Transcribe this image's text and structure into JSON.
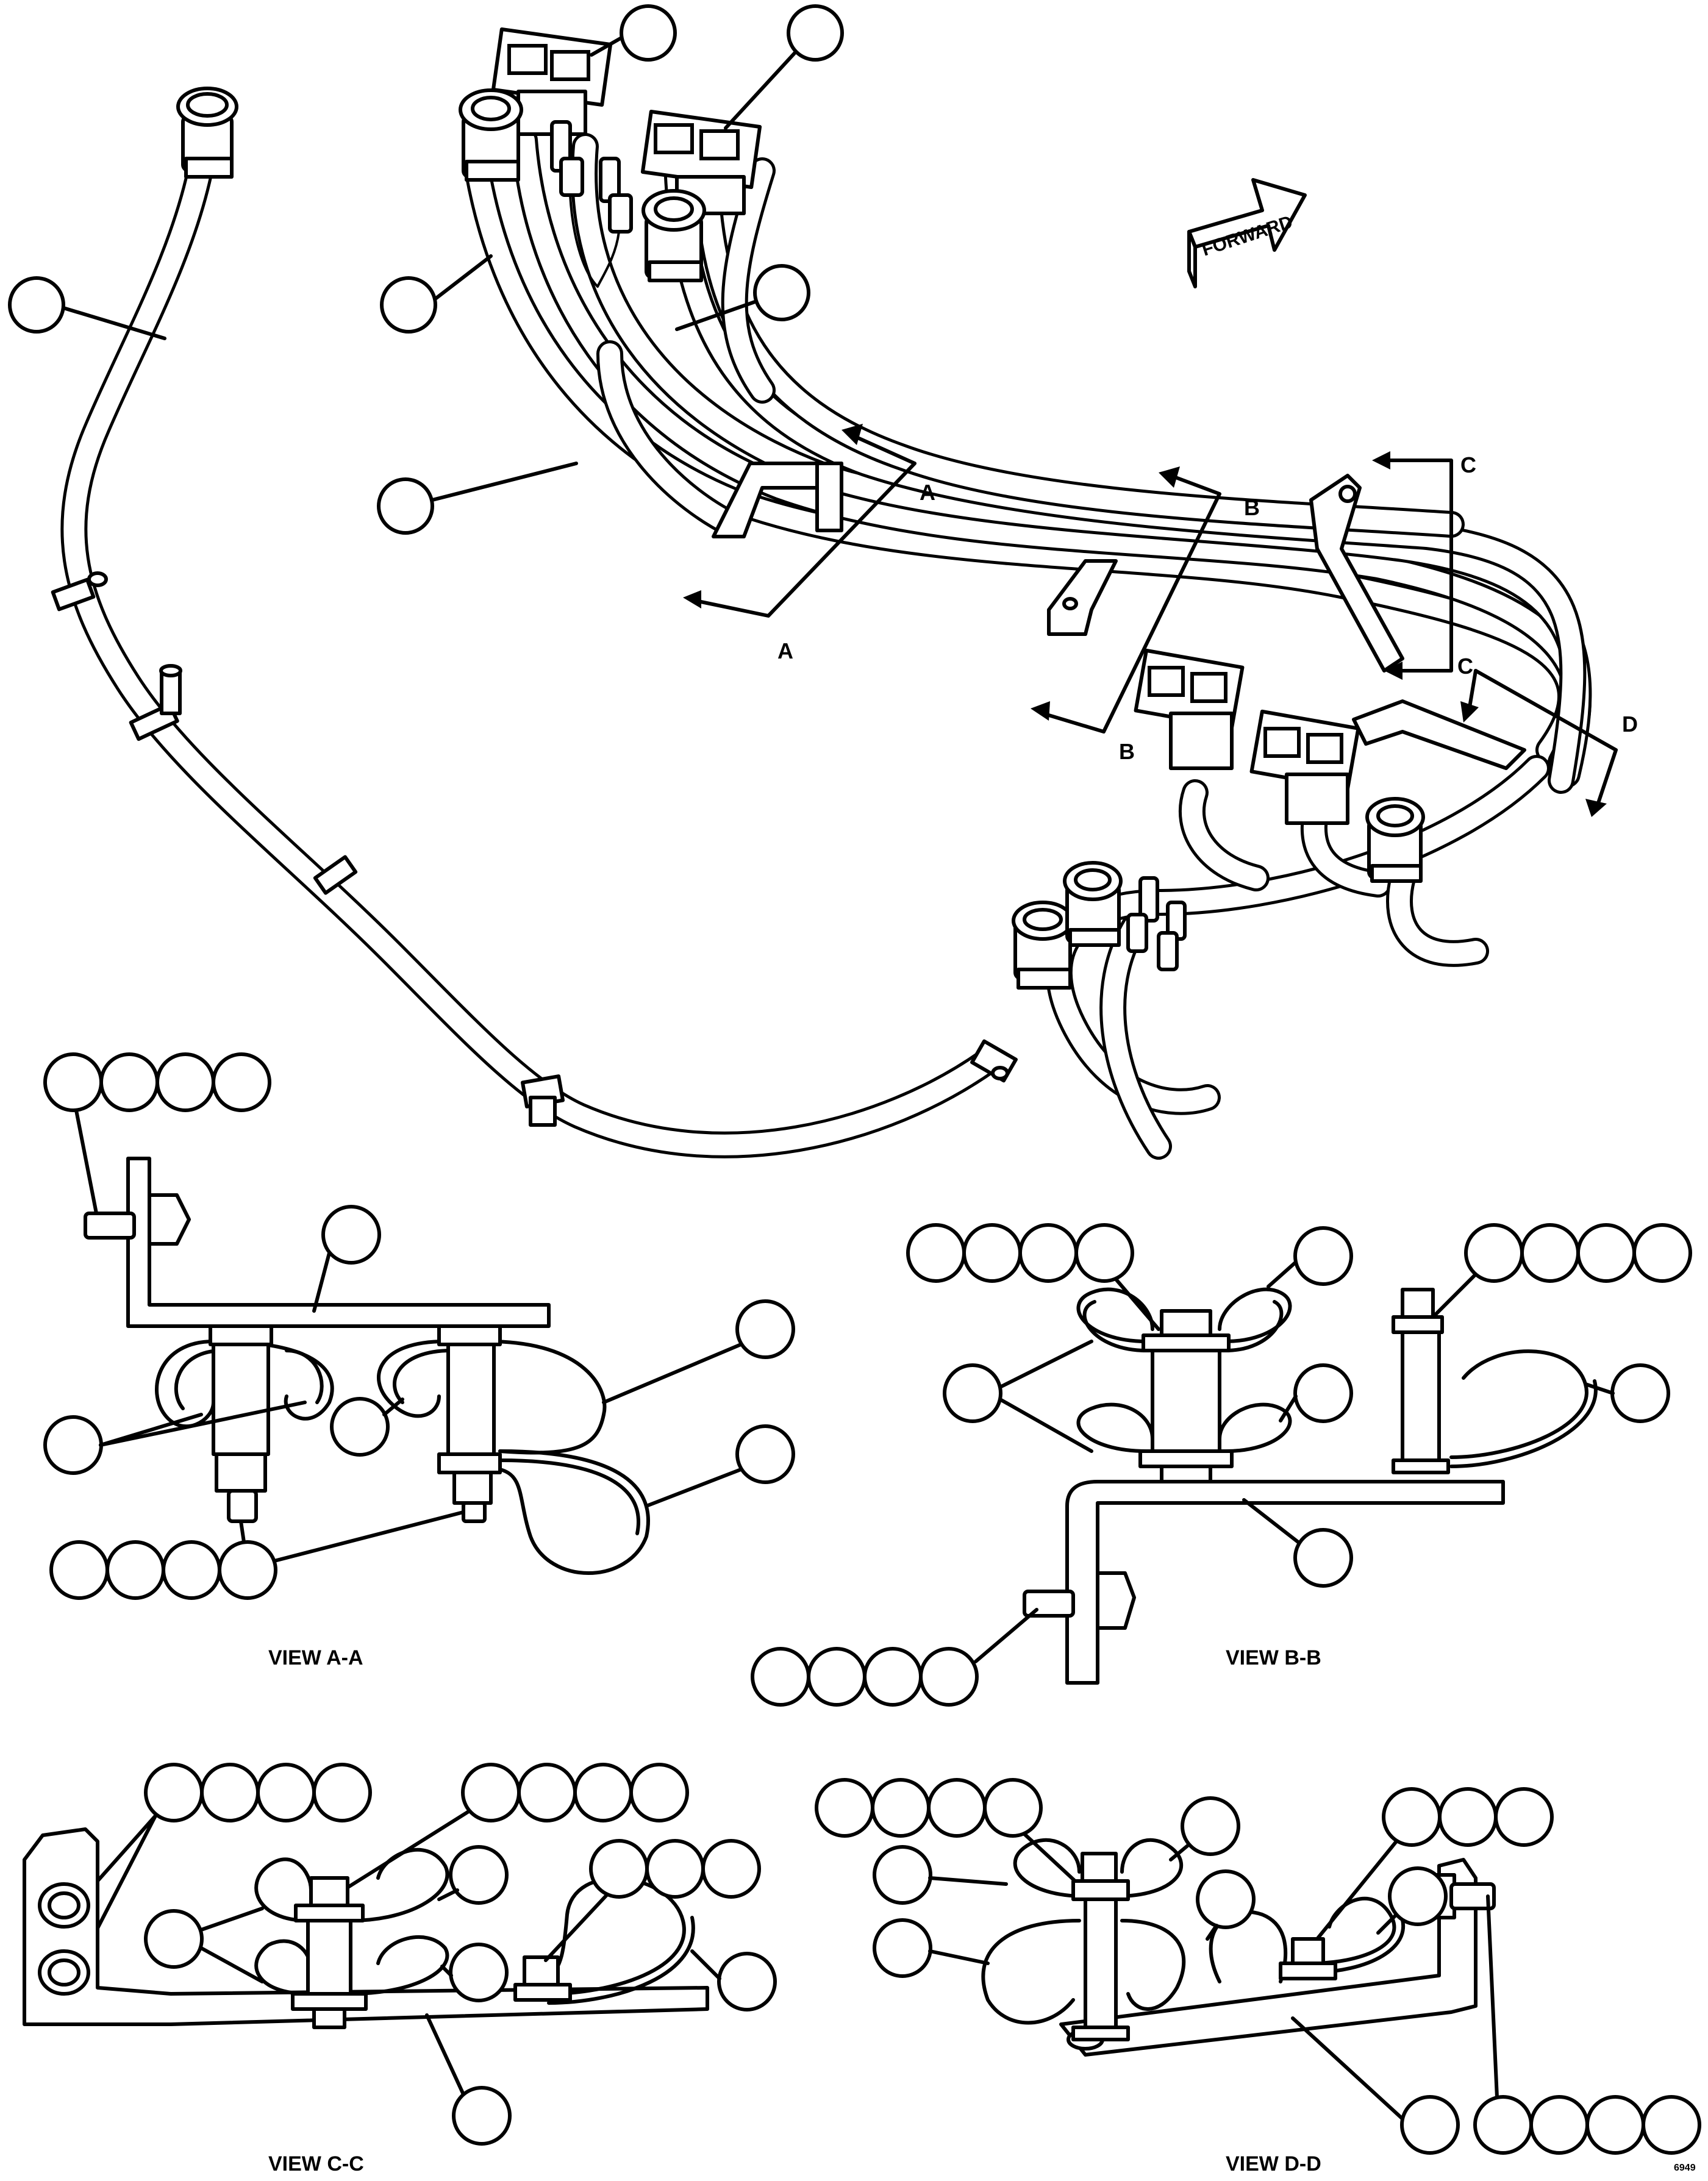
{
  "drawing": {
    "forward_label": "FORWARD",
    "section_letters": {
      "a": "A",
      "b": "B",
      "c": "C",
      "d": "D"
    },
    "view_titles": {
      "aa": "VIEW A-A",
      "bb": "VIEW B-B",
      "cc": "VIEW C-C",
      "dd": "VIEW D-D"
    },
    "sheet_code": "6949"
  },
  "colors": {
    "ink": "#000000",
    "paper": "#ffffff"
  }
}
